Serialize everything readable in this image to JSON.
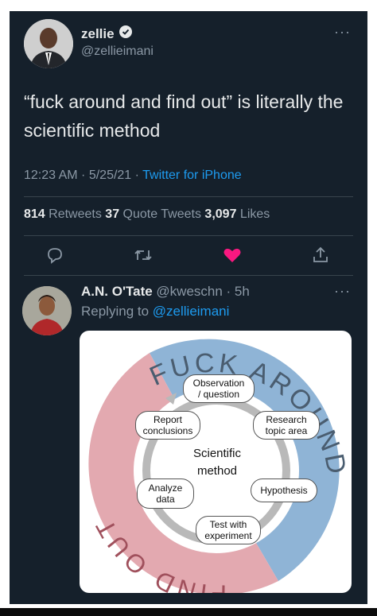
{
  "tweet": {
    "display_name": "zellie",
    "handle": "@zellieimani",
    "text": "“fuck around and find out” is literally the scientific method",
    "time": "12:23 AM · 5/25/21 · ",
    "source": "Twitter for iPhone",
    "retweets_count": "814",
    "retweets_label": " Retweets ",
    "quotes_count": "37",
    "quotes_label": " Quote Tweets ",
    "likes_count": "3,097",
    "likes_label": " Likes",
    "more": "···"
  },
  "reply": {
    "display_name": "A.N. O'Tate",
    "handle_time": "@kweschn · 5h",
    "replying_prefix": "Replying to ",
    "replying_handle": "@zellieimani",
    "more": "···"
  },
  "diagram": {
    "top_word": "FUCK AROUND",
    "bottom_word": "FIND OUT",
    "center_line1": "Scientific",
    "center_line2": "method",
    "nodes": {
      "observation": [
        "Observation",
        "/ question"
      ],
      "research": [
        "Research",
        "topic area"
      ],
      "hypothesis": [
        "Hypothesis"
      ],
      "test": [
        "Test with",
        "experiment"
      ],
      "analyze": [
        "Analyze",
        "data"
      ],
      "report": [
        "Report",
        "conclusions"
      ]
    }
  },
  "colors": {
    "background": "#15202b",
    "accent": "#1d9bf0",
    "like": "#f91880",
    "muted": "#8b98a5",
    "fuck_around_ring": "#8fb4d6",
    "find_out_ring": "#e3a9b0"
  },
  "icons": [
    "verified-badge-icon",
    "reply-icon",
    "retweet-icon",
    "like-icon",
    "share-icon",
    "more-icon"
  ]
}
